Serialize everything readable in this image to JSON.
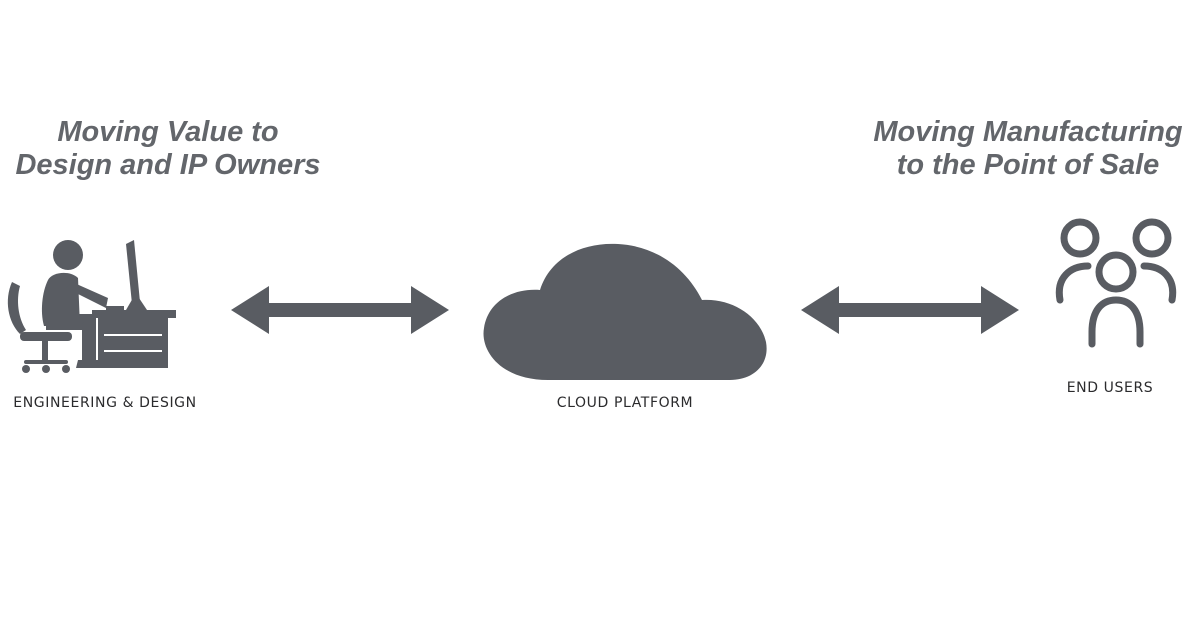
{
  "colors": {
    "icon": "#595c62",
    "heading_text": "#63666b",
    "label_text": "#2b2b2d",
    "background": "#ffffff"
  },
  "headings": {
    "left": {
      "line1": "Moving Value to",
      "line2": "Design and IP Owners"
    },
    "right": {
      "line1": "Moving Manufacturing",
      "line2": "to the Point of Sale"
    }
  },
  "nodes": {
    "engineering": {
      "label": "ENGINEERING & DESIGN",
      "icon": "engineer-at-desk-icon"
    },
    "cloud": {
      "label": "CLOUD PLATFORM",
      "icon": "cloud-icon"
    },
    "users": {
      "label": "END USERS",
      "icon": "user-group-icon"
    }
  },
  "connectors": [
    {
      "from": "engineering",
      "to": "cloud",
      "type": "bidirectional",
      "icon": "double-arrow-icon"
    },
    {
      "from": "cloud",
      "to": "users",
      "type": "bidirectional",
      "icon": "double-arrow-icon"
    }
  ]
}
